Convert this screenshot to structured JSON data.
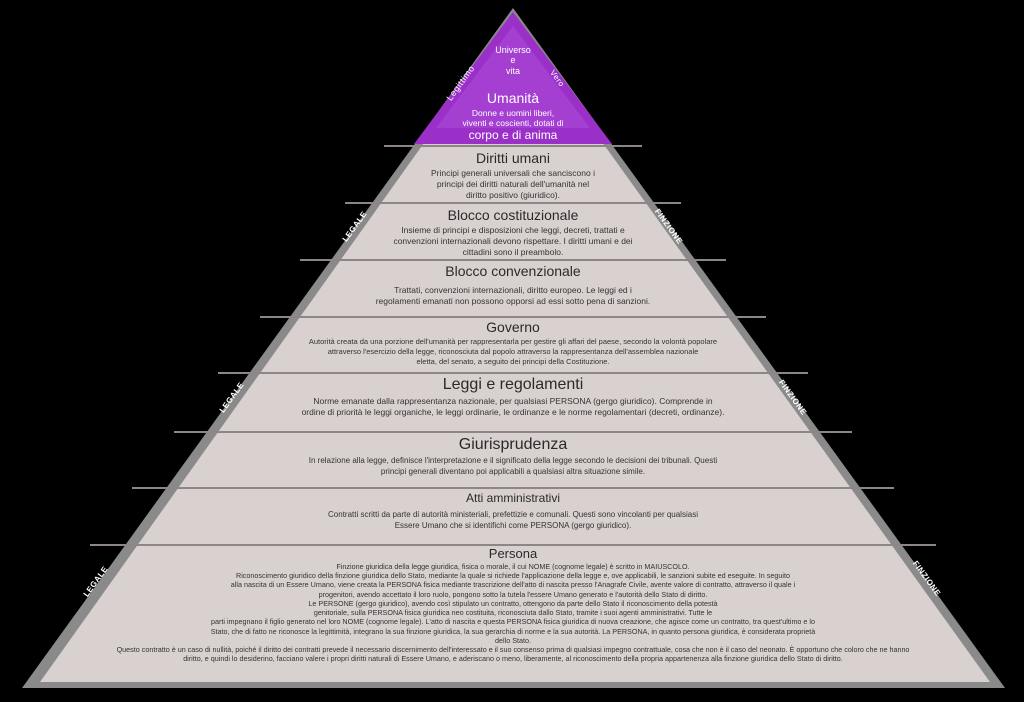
{
  "apex": {
    "top": "Universo\ne\nvita",
    "title": "Umanità",
    "desc1": "Donne e uomini liberi,",
    "desc2": "viventi e coscienti, dotati di",
    "desc3": "corpo e di anima",
    "left_label": "Legittimo",
    "right_label": "Vero"
  },
  "sides": {
    "left_upper": "LEGALE",
    "left_middle": "LEGALE",
    "left_lower": "LEGALE",
    "right_upper": "FINZIONE",
    "right_middle": "FINZIONE",
    "right_lower": "FINZIONE"
  },
  "levels": [
    {
      "title": "Diritti umani",
      "desc": "Principi generali universali che sanciscono i\nprincipi dei diritti naturali dell'umanità nel\ndiritto positivo (giuridico)."
    },
    {
      "title": "Blocco costituzionale",
      "desc": "Insieme di principi e disposizioni che leggi, decreti, trattati e\nconvenzioni internazionali devono rispettare. I diritti umani e dei\ncittadini sono il preambolo."
    },
    {
      "title": "Blocco convenzionale",
      "desc": "Trattati, convenzioni internazionali, diritto europeo. Le leggi ed i\nregolamenti emanati non possono opporsi ad essi sotto pena di sanzioni."
    },
    {
      "title": "Governo",
      "desc": "Autorità creata da una porzione dell'umanità per rappresentarla per gestire gli affari del paese, secondo la volontà popolare\nattraverso l'esercizio della legge, riconosciuta dal popolo attraverso la rappresentanza dell'assemblea nazionale\neletta, del senato, a seguito dei principi della Costituzione."
    },
    {
      "title": "Leggi e regolamenti",
      "desc": "Norme emanate dalla rappresentanza nazionale, per qualsiasi PERSONA (gergo giuridico). Comprende in\nordine di priorità le leggi organiche, le leggi ordinarie, le ordinanze e le norme regolamentari (decreti, ordinanze)."
    },
    {
      "title": "Giurisprudenza",
      "desc": "In relazione alla legge, definisce l'interpretazione e il significato della legge secondo le decisioni dei tribunali. Questi\nprincipi generali diventano poi applicabili a qualsiasi altra situazione simile."
    },
    {
      "title": "Atti amministrativi",
      "desc": "Contratti scritti da parte di autorità ministeriali, prefettizie e comunali. Questi sono vincolanti per qualsiasi\nEssere Umano che si identifichi come PERSONA (gergo giuridico)."
    },
    {
      "title": "Persona",
      "desc": "Finzione giuridica della legge giuridica, fisica o morale, il cui NOME (cognome legale) è scritto in MAIUSCOLO.\nRiconoscimento giuridico della finzione giuridica dello Stato, mediante la quale si richiede l'applicazione della legge e, ove applicabili, le sanzioni subite ed eseguite. In seguito\nalla nascita di un Essere Umano, viene creata la PERSONA fisica mediante trascrizione dell'atto di nascita presso l'Anagrafe Civile, avente valore di contratto, attraverso il quale i\nprogenitori, avendo accettato il loro ruolo, pongono sotto la tutela l'essere Umano generato e l'autorità dello Stato di diritto.\nLe PERSONE (gergo giuridico), avendo così stipulato un contratto, ottengono da parte dello Stato il riconoscimento della potestà\ngenitoriale, sulla PERSONA fisica giuridica neo costituita, riconosciuta dallo Stato, tramite i suoi agenti amministrativi. Tutte le\nparti impegnano il figlio generato nel loro NOME (cognome legale). L'atto di nascita e questa PERSONA fisica giuridica di nuova creazione, che agisce come un contratto, tra quest'ultimo e lo\nStato, che di fatto ne riconosce la legittimità, integrano la sua finzione giuridica, la sua gerarchia di norme e la sua autorità. La PERSONA, in quanto persona giuridica, è considerata proprietà\ndello Stato.\nQuesto contratto è un caso di nullità, poiché il diritto dei contratti prevede il necessario discernimento dell'interessato e il suo consenso prima di qualsiasi impegno contrattuale, cosa che non è il caso del neonato. È opportuno che coloro che ne hanno\ndiritto, e quindi lo desiderino, facciano valere i propri diritti naturali di Essere Umano, e aderiscano o meno, liberamente, al riconoscimento della propria appartenenza alla finzione giuridica dello Stato di diritto."
    }
  ],
  "colors": {
    "background": "#000000",
    "pyramid_fill": "#d9d1cf",
    "pyramid_edge": "#8a8a8a",
    "band_line": "#8e8686",
    "apex_fill": "#9b30c9",
    "apex_light": "#b866e0"
  }
}
